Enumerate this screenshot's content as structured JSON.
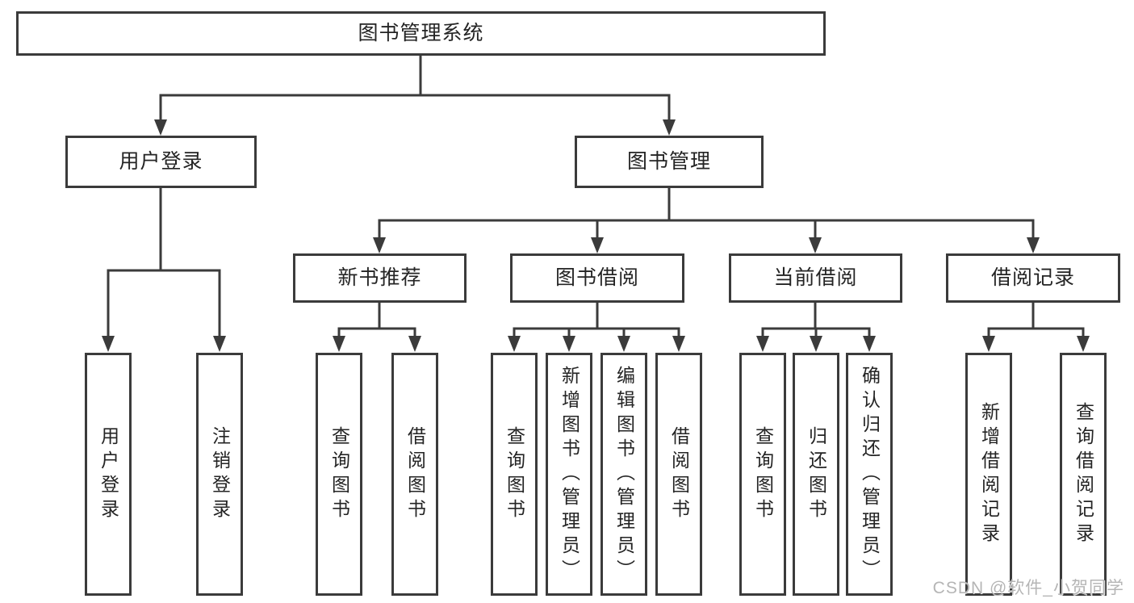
{
  "tree": {
    "root": {
      "label": "图书管理系统"
    },
    "branches": [
      {
        "label": "用户登录",
        "children": [
          {
            "label": "用户登录"
          },
          {
            "label": "注销登录"
          }
        ]
      },
      {
        "label": "图书管理",
        "sections": [
          {
            "label": "新书推荐",
            "children": [
              {
                "label": "查询图书"
              },
              {
                "label": "借阅图书"
              }
            ]
          },
          {
            "label": "图书借阅",
            "children": [
              {
                "label": "查询图书"
              },
              {
                "label": "新增图书（管理员）"
              },
              {
                "label": "编辑图书（管理员）"
              },
              {
                "label": "借阅图书"
              }
            ]
          },
          {
            "label": "当前借阅",
            "children": [
              {
                "label": "查询图书"
              },
              {
                "label": "归还图书"
              },
              {
                "label": "确认归还（管理员）"
              }
            ]
          },
          {
            "label": "借阅记录",
            "children": [
              {
                "label": "新增借阅记录"
              },
              {
                "label": "查询借阅记录"
              }
            ]
          }
        ]
      }
    ]
  },
  "watermark": {
    "text": "CSDN @软件_小贺同学"
  },
  "colors": {
    "line": "#3b3b3b",
    "box_border": "#3b3b3b",
    "box_fill": "#ffffff",
    "text": "#242424",
    "watermark": "#b5b5b5",
    "background": "#ffffff"
  }
}
